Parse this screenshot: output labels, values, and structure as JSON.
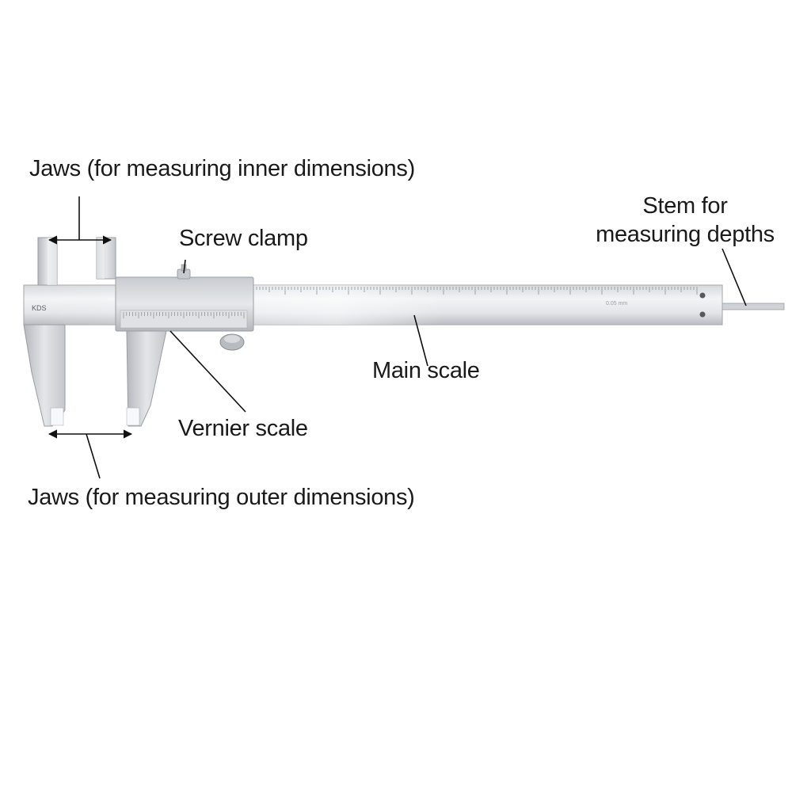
{
  "labels": {
    "inner_jaws": "Jaws (for measuring inner dimensions)",
    "screw_clamp": "Screw clamp",
    "stem_line1": "Stem for",
    "stem_line2": "measuring depths",
    "main_scale": "Main scale",
    "vernier_scale": "Vernier scale",
    "outer_jaws": "Jaws (for measuring outer dimensions)"
  },
  "colors": {
    "steel_light": "#e9eaec",
    "steel_mid": "#cfd1d5",
    "steel_dark": "#9a9da3",
    "ink": "#1a1a1a"
  }
}
